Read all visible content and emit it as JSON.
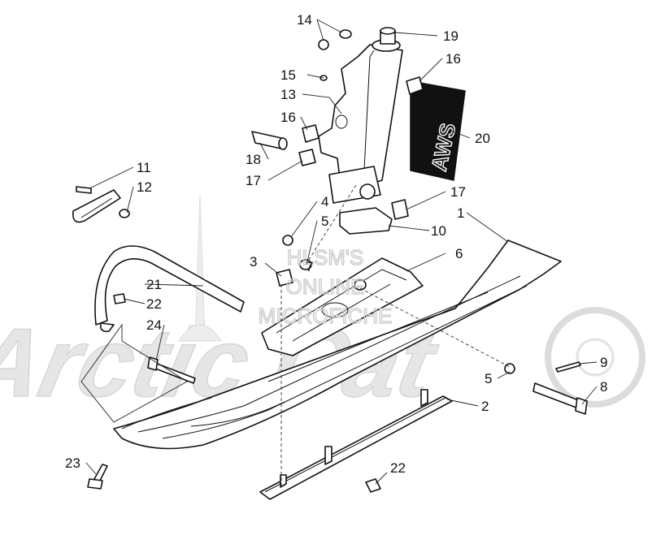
{
  "watermark": {
    "line1": "HLSM'S",
    "line2": "ONLINE",
    "line3": "MICROFICHE",
    "logo_text": "Arctic Cat"
  },
  "decal": {
    "text": "AWS"
  },
  "callouts": [
    {
      "id": "c14",
      "label": "14"
    },
    {
      "id": "c19",
      "label": "19"
    },
    {
      "id": "c16a",
      "label": "16"
    },
    {
      "id": "c15",
      "label": "15"
    },
    {
      "id": "c13",
      "label": "13"
    },
    {
      "id": "c16b",
      "label": "16"
    },
    {
      "id": "c20",
      "label": "20"
    },
    {
      "id": "c18",
      "label": "18"
    },
    {
      "id": "c17a",
      "label": "17"
    },
    {
      "id": "c11",
      "label": "11"
    },
    {
      "id": "c12",
      "label": "12"
    },
    {
      "id": "c4",
      "label": "4"
    },
    {
      "id": "c17b",
      "label": "17"
    },
    {
      "id": "c1",
      "label": "1"
    },
    {
      "id": "c5a",
      "label": "5"
    },
    {
      "id": "c10",
      "label": "10"
    },
    {
      "id": "c3",
      "label": "3"
    },
    {
      "id": "c7",
      "label": "7"
    },
    {
      "id": "c6",
      "label": "6"
    },
    {
      "id": "c21",
      "label": "21"
    },
    {
      "id": "c22a",
      "label": "22"
    },
    {
      "id": "c24",
      "label": "24"
    },
    {
      "id": "c9",
      "label": "9"
    },
    {
      "id": "c5b",
      "label": "5"
    },
    {
      "id": "c8",
      "label": "8"
    },
    {
      "id": "c2",
      "label": "2"
    },
    {
      "id": "c23",
      "label": "23"
    },
    {
      "id": "c22b",
      "label": "22"
    }
  ]
}
